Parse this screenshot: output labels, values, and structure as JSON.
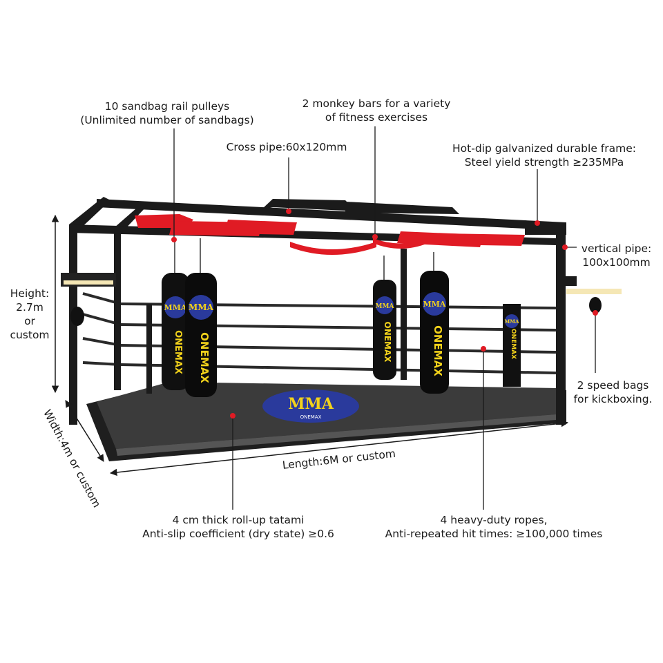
{
  "colors": {
    "frame": "#1b1b1b",
    "rail_red": "#e01b24",
    "mat": "#3a3a3a",
    "rope": "#2a2a2a",
    "bag": "#101010",
    "bag_text": "#f2d21b",
    "logo_blue": "#2a3a9c",
    "marker_red": "#e01b24"
  },
  "callouts": {
    "pulleys": {
      "line1": "10 sandbag rail pulleys",
      "line2": "(Unlimited number of sandbags)"
    },
    "monkey_bars": {
      "line1": "2 monkey bars for a variety",
      "line2": "of fitness exercises"
    },
    "cross_pipe": {
      "text": "Cross pipe:60x120mm"
    },
    "frame": {
      "line1": "Hot-dip galvanized durable frame:",
      "line2": "Steel yield strength ≥235MPa"
    },
    "vertical_pipe": {
      "line1": "vertical pipe:",
      "line2": "100x100mm"
    },
    "height": {
      "line1": "Height:",
      "line2": "2.7m",
      "line3": "or",
      "line4": "custom"
    },
    "speed_bags": {
      "line1": "2 speed bags",
      "line2": "for kickboxing."
    },
    "width": {
      "text": "Width:4m or custom"
    },
    "length": {
      "text": "Length:6M or custom"
    },
    "tatami": {
      "line1": "4 cm thick roll-up tatami",
      "line2": "Anti-slip coefficient (dry state) ≥0.6"
    },
    "ropes": {
      "line1": "4 heavy-duty ropes,",
      "line2": "Anti-repeated hit times: ≥100,000 times"
    }
  },
  "branding": {
    "bag_logo": "MMA",
    "bag_sub": "ONEMAX",
    "bag_vertical": "ONEMAX",
    "mat_logo": "MMA",
    "mat_sub": "ONEMAX"
  },
  "icons": {
    "marker": "red-dot-icon",
    "arrow": "double-arrow-icon"
  }
}
